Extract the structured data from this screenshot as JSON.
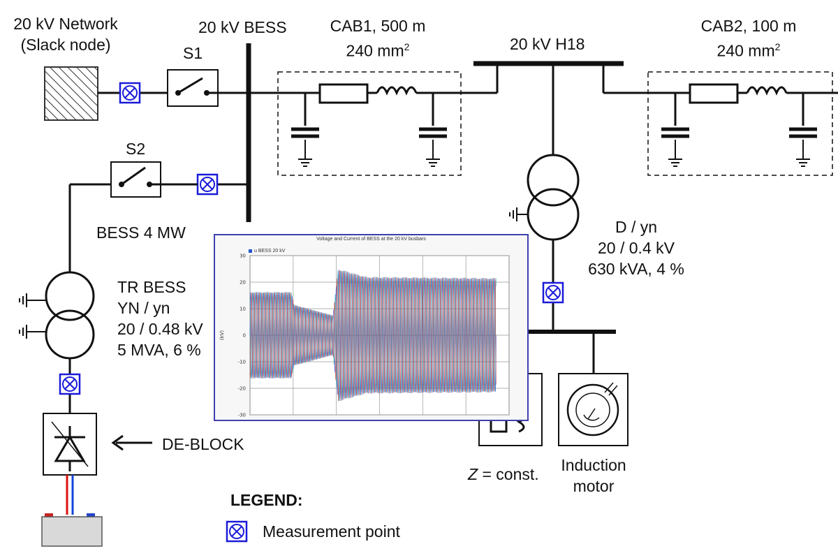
{
  "labels": {
    "network_line1": "20 kV Network",
    "network_line2": "(Slack node)",
    "bess_bus": "20 kV BESS",
    "s1": "S1",
    "s2": "S2",
    "cab1_line1": "CAB1, 500 m",
    "cab1_line2": "240 mm",
    "cab1_sup": "2",
    "h18_bus": "20 kV H18",
    "cab2_line1": "CAB2, 100 m",
    "cab2_line2": "240 mm",
    "cab2_sup": "2",
    "bess_power": "BESS 4 MW",
    "tr_bess_1": "TR BESS",
    "tr_bess_2": "YN / yn",
    "tr_bess_3": "20 / 0.48 kV",
    "tr_bess_4": "5 MVA, 6 %",
    "tr2_1": "D / yn",
    "tr2_2": "20 / 0.4 kV",
    "tr2_3": "630 kVA, 4 %",
    "de_block": "DE-BLOCK",
    "z_const_var": "Z",
    "z_const_rest": " = const.",
    "motor_1": "Induction",
    "motor_2": "motor",
    "legend_title": "LEGEND:",
    "legend_item": "Measurement point"
  },
  "colors": {
    "line": "#111111",
    "measurement": "#1a1adb",
    "battery_pos": "#dd1111",
    "battery_neg": "#1144dd",
    "inset_border": "#3f3fb0"
  },
  "chart_data": {
    "type": "line",
    "title": "Voltage and Current of BESS at the 20 kV busbars",
    "legend": [
      "u BESS 20 kV"
    ],
    "ylabel": "(kV)",
    "ylim": [
      -30,
      30
    ],
    "yticks": [
      30,
      20,
      10,
      0,
      -10,
      -20,
      -30
    ],
    "envelope": [
      {
        "t": 0.0,
        "amp": 16.3
      },
      {
        "t": 0.16,
        "amp": 16.3
      },
      {
        "t": 0.17,
        "amp": 11.5
      },
      {
        "t": 0.32,
        "amp": 7.5
      },
      {
        "t": 0.34,
        "amp": 25.0
      },
      {
        "t": 0.45,
        "amp": 22.0
      },
      {
        "t": 1.0,
        "amp": 21.5
      }
    ]
  }
}
